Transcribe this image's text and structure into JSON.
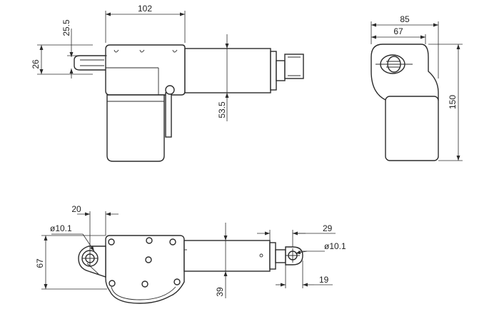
{
  "dimensions": {
    "top_view": {
      "length": "102",
      "offset_top": "25.5",
      "mount_height": "26",
      "tube_height": "53.5"
    },
    "end_view": {
      "width_total": "85",
      "width_partial": "67",
      "height": "150"
    },
    "side_view": {
      "left_offset": "20",
      "left_hole": "ø10.1",
      "overall_height": "67",
      "tube_height": "39",
      "rod_offset": "29",
      "right_hole": "ø10.1",
      "rod_end_length": "19"
    }
  },
  "colors": {
    "line": "#2b2b2b",
    "background": "#ffffff"
  }
}
